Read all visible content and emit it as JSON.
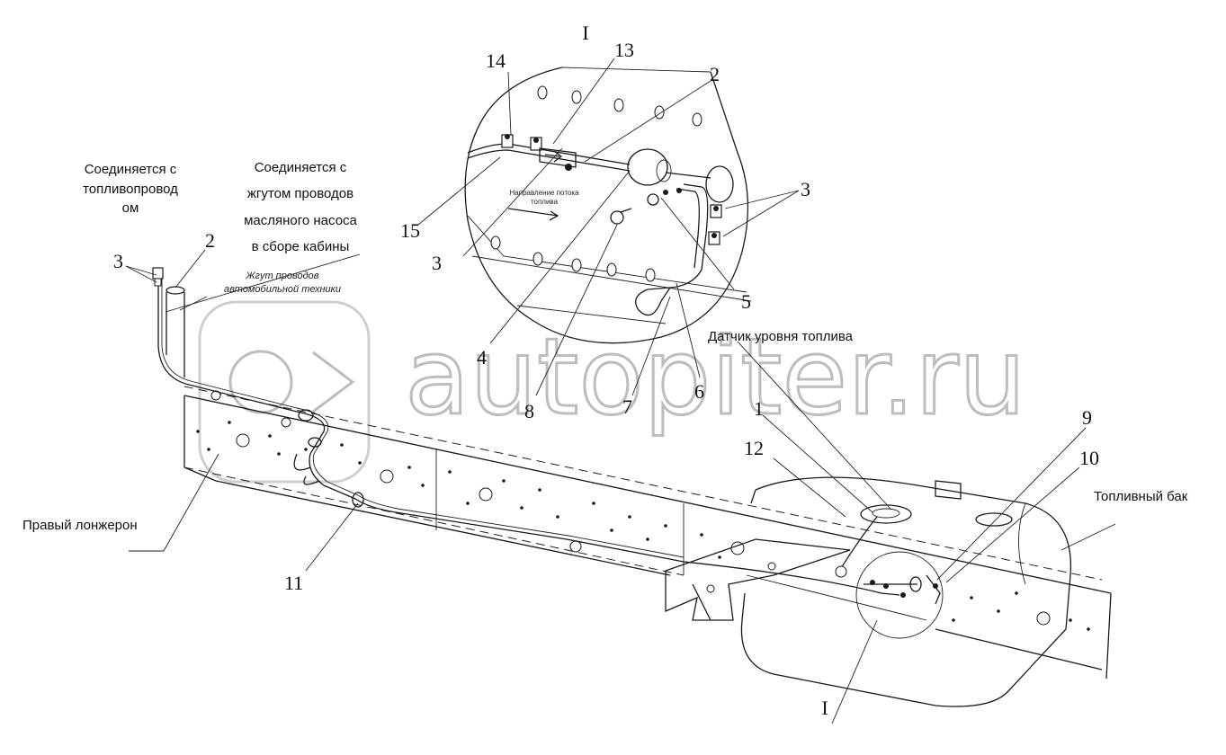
{
  "labels": {
    "fuel_line_note": [
      "Соединяется с",
      "топливопровод",
      "ом"
    ],
    "harness_note": [
      "Соединяется с",
      "жгутом проводов",
      "масляного насоса",
      "в сборе кабины"
    ],
    "vehicle_harness": [
      "Жгут проводов",
      "автомобильной техники"
    ],
    "right_rail": "Правый лонжерон",
    "fuel_tank": "Топливный бак",
    "fuel_level_sensor": "Датчик уровня топлива",
    "flow_direction": [
      "Направление потока",
      "топлива"
    ],
    "section_mark": "I"
  },
  "callouts": {
    "main_2": "2",
    "main_3": "3",
    "n1": "1",
    "n9": "9",
    "n10": "10",
    "n11": "11",
    "n12": "12",
    "d2": "2",
    "d3_right": "3",
    "d3_left": "3",
    "d4": "4",
    "d5": "5",
    "d6": "6",
    "d7": "7",
    "d8": "8",
    "d13": "13",
    "d14": "14",
    "d15": "15"
  },
  "watermark": "autopiter.ru"
}
